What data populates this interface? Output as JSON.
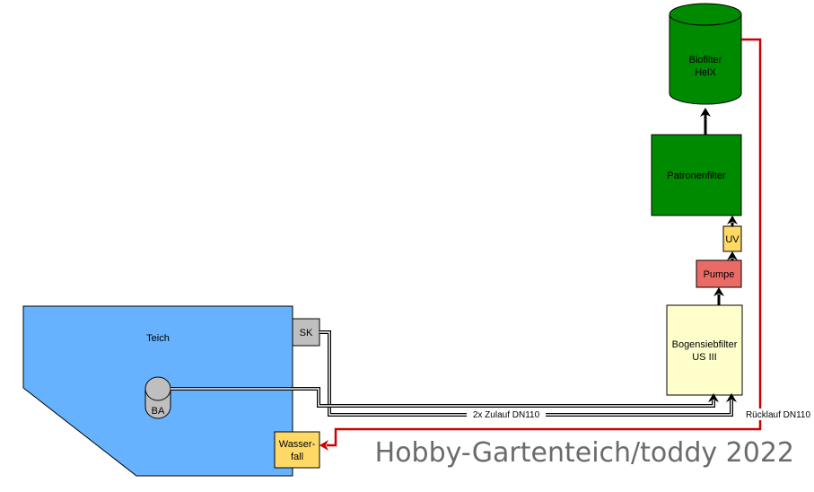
{
  "nodes": {
    "teich": "Teich",
    "sk": "SK",
    "ba": "BA",
    "wasserfall_line1": "Wasser-",
    "wasserfall_line2": "fall",
    "bogensiebfilter_line1": "Bogensiebfilter",
    "bogensiebfilter_line2": "US III",
    "pumpe": "Pumpe",
    "uv": "UV",
    "patronenfilter": "Patronenfilter",
    "biofilter_line1": "Biofilter",
    "biofilter_line2": "HelX"
  },
  "edges": {
    "zulauf": "2x Zulauf DN110",
    "ruecklauf": "Rücklauf DN110"
  },
  "watermark": "Hobby-Gartenteich/toddy 2022",
  "colors": {
    "pond": "#66b2ff",
    "grey_box": "#bfbfbf",
    "yellow_box": "#ffd966",
    "filter_box": "#ffffcc",
    "pump_box": "#ea6b66",
    "green_box": "#008a00",
    "return_line": "#cc0000",
    "line": "#000000"
  }
}
